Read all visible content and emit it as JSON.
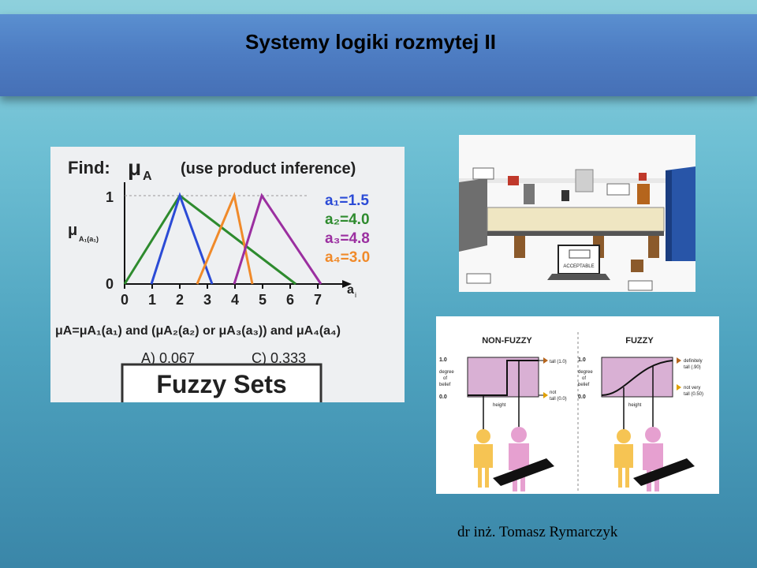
{
  "slide": {
    "title": "Systemy logiki rozmytej II",
    "author": "dr inż. Tomasz Rymarczyk"
  },
  "fuzzy_figure": {
    "find_label": "Find:",
    "mu_label": "μ",
    "mu_sub": "A",
    "instruction": "(use product inference)",
    "y_one": "1",
    "y_zero": "0",
    "y_axis_label": "μ",
    "x_axis_label": "a",
    "x_ticks": [
      "0",
      "1",
      "2",
      "3",
      "4",
      "5",
      "6",
      "7"
    ],
    "legend": [
      {
        "text": "a₁=1.5",
        "color": "#2b4bd6"
      },
      {
        "text": "a₂=4.0",
        "color": "#2e8b2e"
      },
      {
        "text": "a₃=4.8",
        "color": "#9b2fa0"
      },
      {
        "text": "a₄=3.0",
        "color": "#f08a2a"
      }
    ],
    "formula": "μA=μA₁(a₁) and (μA₂(a₂) or μA₃(a₃)) and μA₄(a₄)",
    "answer_a": "A) 0.067",
    "answer_c": "C) 0.333",
    "box_label": "Fuzzy Sets"
  },
  "conveyor_figure": {
    "screen_label": "ACCEPTABLE"
  },
  "nonfuzzy_figure": {
    "left_title": "NON-FUZZY",
    "right_title": "FUZZY",
    "y_top": "1.0",
    "y_bottom": "0.0",
    "y_label": [
      "degree",
      "of",
      "belief"
    ],
    "x_label": "height",
    "left_top_label": "tall (1.0)",
    "left_bottom_label": [
      "not",
      "tall (0.0)"
    ],
    "right_top_label": [
      "definitely",
      "tall (.90)"
    ],
    "right_bottom_label": [
      "not very",
      "tall (0.50)"
    ]
  }
}
